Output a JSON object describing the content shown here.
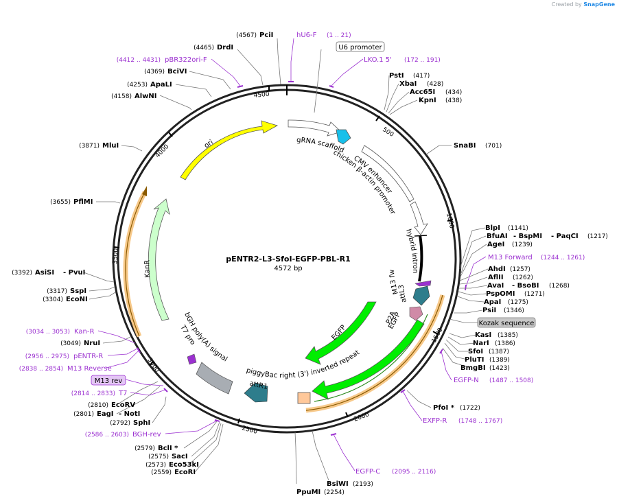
{
  "credit": {
    "prefix": "Created by",
    "brand": "SnapGene"
  },
  "plasmid": {
    "name": "pENTR2-L3-SfoI-EGFP-PBL-R1",
    "length_label": "4572 bp"
  },
  "ticks": [
    "500",
    "1000",
    "1500",
    "2000",
    "2500",
    "3000",
    "3500",
    "4000",
    "4500"
  ],
  "sites": [
    {
      "name": "PciI",
      "pos": "(4567)"
    },
    {
      "name": "DrdI",
      "pos": "(4465)"
    },
    {
      "name": "BciVI",
      "pos": "(4369)"
    },
    {
      "name": "ApaLI",
      "pos": "(4253)"
    },
    {
      "name": "AlwNI",
      "pos": "(4158)"
    },
    {
      "name": "MluI",
      "pos": "(3871)"
    },
    {
      "name": "PflMI",
      "pos": "(3655)"
    },
    {
      "name": "AsiSI",
      "pos": "(3392)"
    },
    {
      "name": "- PvuI",
      "pos": ""
    },
    {
      "name": "SspI",
      "pos": "(3317)"
    },
    {
      "name": "EcoNI",
      "pos": "(3304)"
    },
    {
      "name": "NruI",
      "pos": "(3049)"
    },
    {
      "name": "EcoRV",
      "pos": "(2810)"
    },
    {
      "name": "EagI",
      "pos": "(2801)"
    },
    {
      "name": "- NotI",
      "pos": ""
    },
    {
      "name": "SphI",
      "pos": "(2792)"
    },
    {
      "name": "BclI *",
      "pos": "(2579)"
    },
    {
      "name": "SacI",
      "pos": "(2575)"
    },
    {
      "name": "Eco53kI",
      "pos": "(2573)"
    },
    {
      "name": "EcoRI",
      "pos": "(2559)"
    },
    {
      "name": "PpuMI",
      "pos": "(2254)"
    },
    {
      "name": "BsiWI",
      "pos": "(2193)"
    },
    {
      "name": "PfoI *",
      "pos": "(1722)"
    },
    {
      "name": "BmgBI",
      "pos": "(1423)"
    },
    {
      "name": "PluTI",
      "pos": "(1389)"
    },
    {
      "name": "SfoI",
      "pos": "(1387)"
    },
    {
      "name": "NarI",
      "pos": "(1386)"
    },
    {
      "name": "KasI",
      "pos": "(1385)"
    },
    {
      "name": "PsiI",
      "pos": "(1346)"
    },
    {
      "name": "ApaI",
      "pos": "(1275)"
    },
    {
      "name": "PspOMI",
      "pos": "(1271)"
    },
    {
      "name": "AvaI",
      "pos": ""
    },
    {
      "name": "- BsoBI",
      "pos": "(1268)"
    },
    {
      "name": "AflII",
      "pos": "(1262)"
    },
    {
      "name": "AhdI",
      "pos": "(1257)"
    },
    {
      "name": "AgeI",
      "pos": "(1239)"
    },
    {
      "name": "BfuAI",
      "pos": ""
    },
    {
      "name": "- BspMI",
      "pos": ""
    },
    {
      "name": "- PaqCI",
      "pos": "(1217)"
    },
    {
      "name": "BlpI",
      "pos": "(1141)"
    },
    {
      "name": "SnaBI",
      "pos": "(701)"
    },
    {
      "name": "KpnI",
      "pos": "(438)"
    },
    {
      "name": "Acc65I",
      "pos": "(434)"
    },
    {
      "name": "XbaI",
      "pos": "(428)"
    },
    {
      "name": "PstI",
      "pos": "(417)"
    }
  ],
  "primers": [
    {
      "name": "hU6-F",
      "range": "(1 .. 21)"
    },
    {
      "name": "LKO.1 5'",
      "range": "(172 .. 191)"
    },
    {
      "name": "pBR322ori-F",
      "range": "(4412 .. 4431)"
    },
    {
      "name": "M13 Forward",
      "range": "(1244 .. 1261)"
    },
    {
      "name": "EGFP-N",
      "range": "(1487 .. 1508)"
    },
    {
      "name": "EXFP-R",
      "range": "(1748 .. 1767)"
    },
    {
      "name": "EGFP-C",
      "range": "(2095 .. 2116)"
    },
    {
      "name": "BGH-rev",
      "range": "(2586 .. 2603)"
    },
    {
      "name": "T7",
      "range": "(2814 .. 2833)"
    },
    {
      "name": "M13 Reverse",
      "range": "(2838 .. 2854)"
    },
    {
      "name": "pENTR-R",
      "range": "(2956 .. 2975)"
    },
    {
      "name": "Kan-R",
      "range": "(3034 .. 3053)"
    }
  ],
  "boxed_labels": {
    "u6": "U6 promoter",
    "kozak": "Kozak sequence",
    "m13rev": "M13 rev"
  },
  "features": {
    "ori": "ori",
    "kanr": "KanR",
    "grna": "gRNA scaffold",
    "cmv": "CMV enhancer",
    "cba": "chicken β-actin promoter",
    "hybrid": "hybrid intron",
    "m13fwd": "M13 fwd",
    "attl3": "attL3",
    "p2a": "P2A",
    "egfp_inner": "EGFP",
    "egfp_outer": "EGFP",
    "pb": "piggyBac right (3') inverted repeat",
    "attr1": "attR1",
    "bgh": "bGH poly(A) signal",
    "t7": "T7 promoter"
  },
  "colors": {
    "primer": "#9b30d0",
    "ori": "#ffff00",
    "kanr": "#ccffcc",
    "egfp": "#00ee00",
    "teal": "#2e7d8c",
    "cyan": "#17c0ea",
    "orange_highlight": "#f7c98a"
  }
}
